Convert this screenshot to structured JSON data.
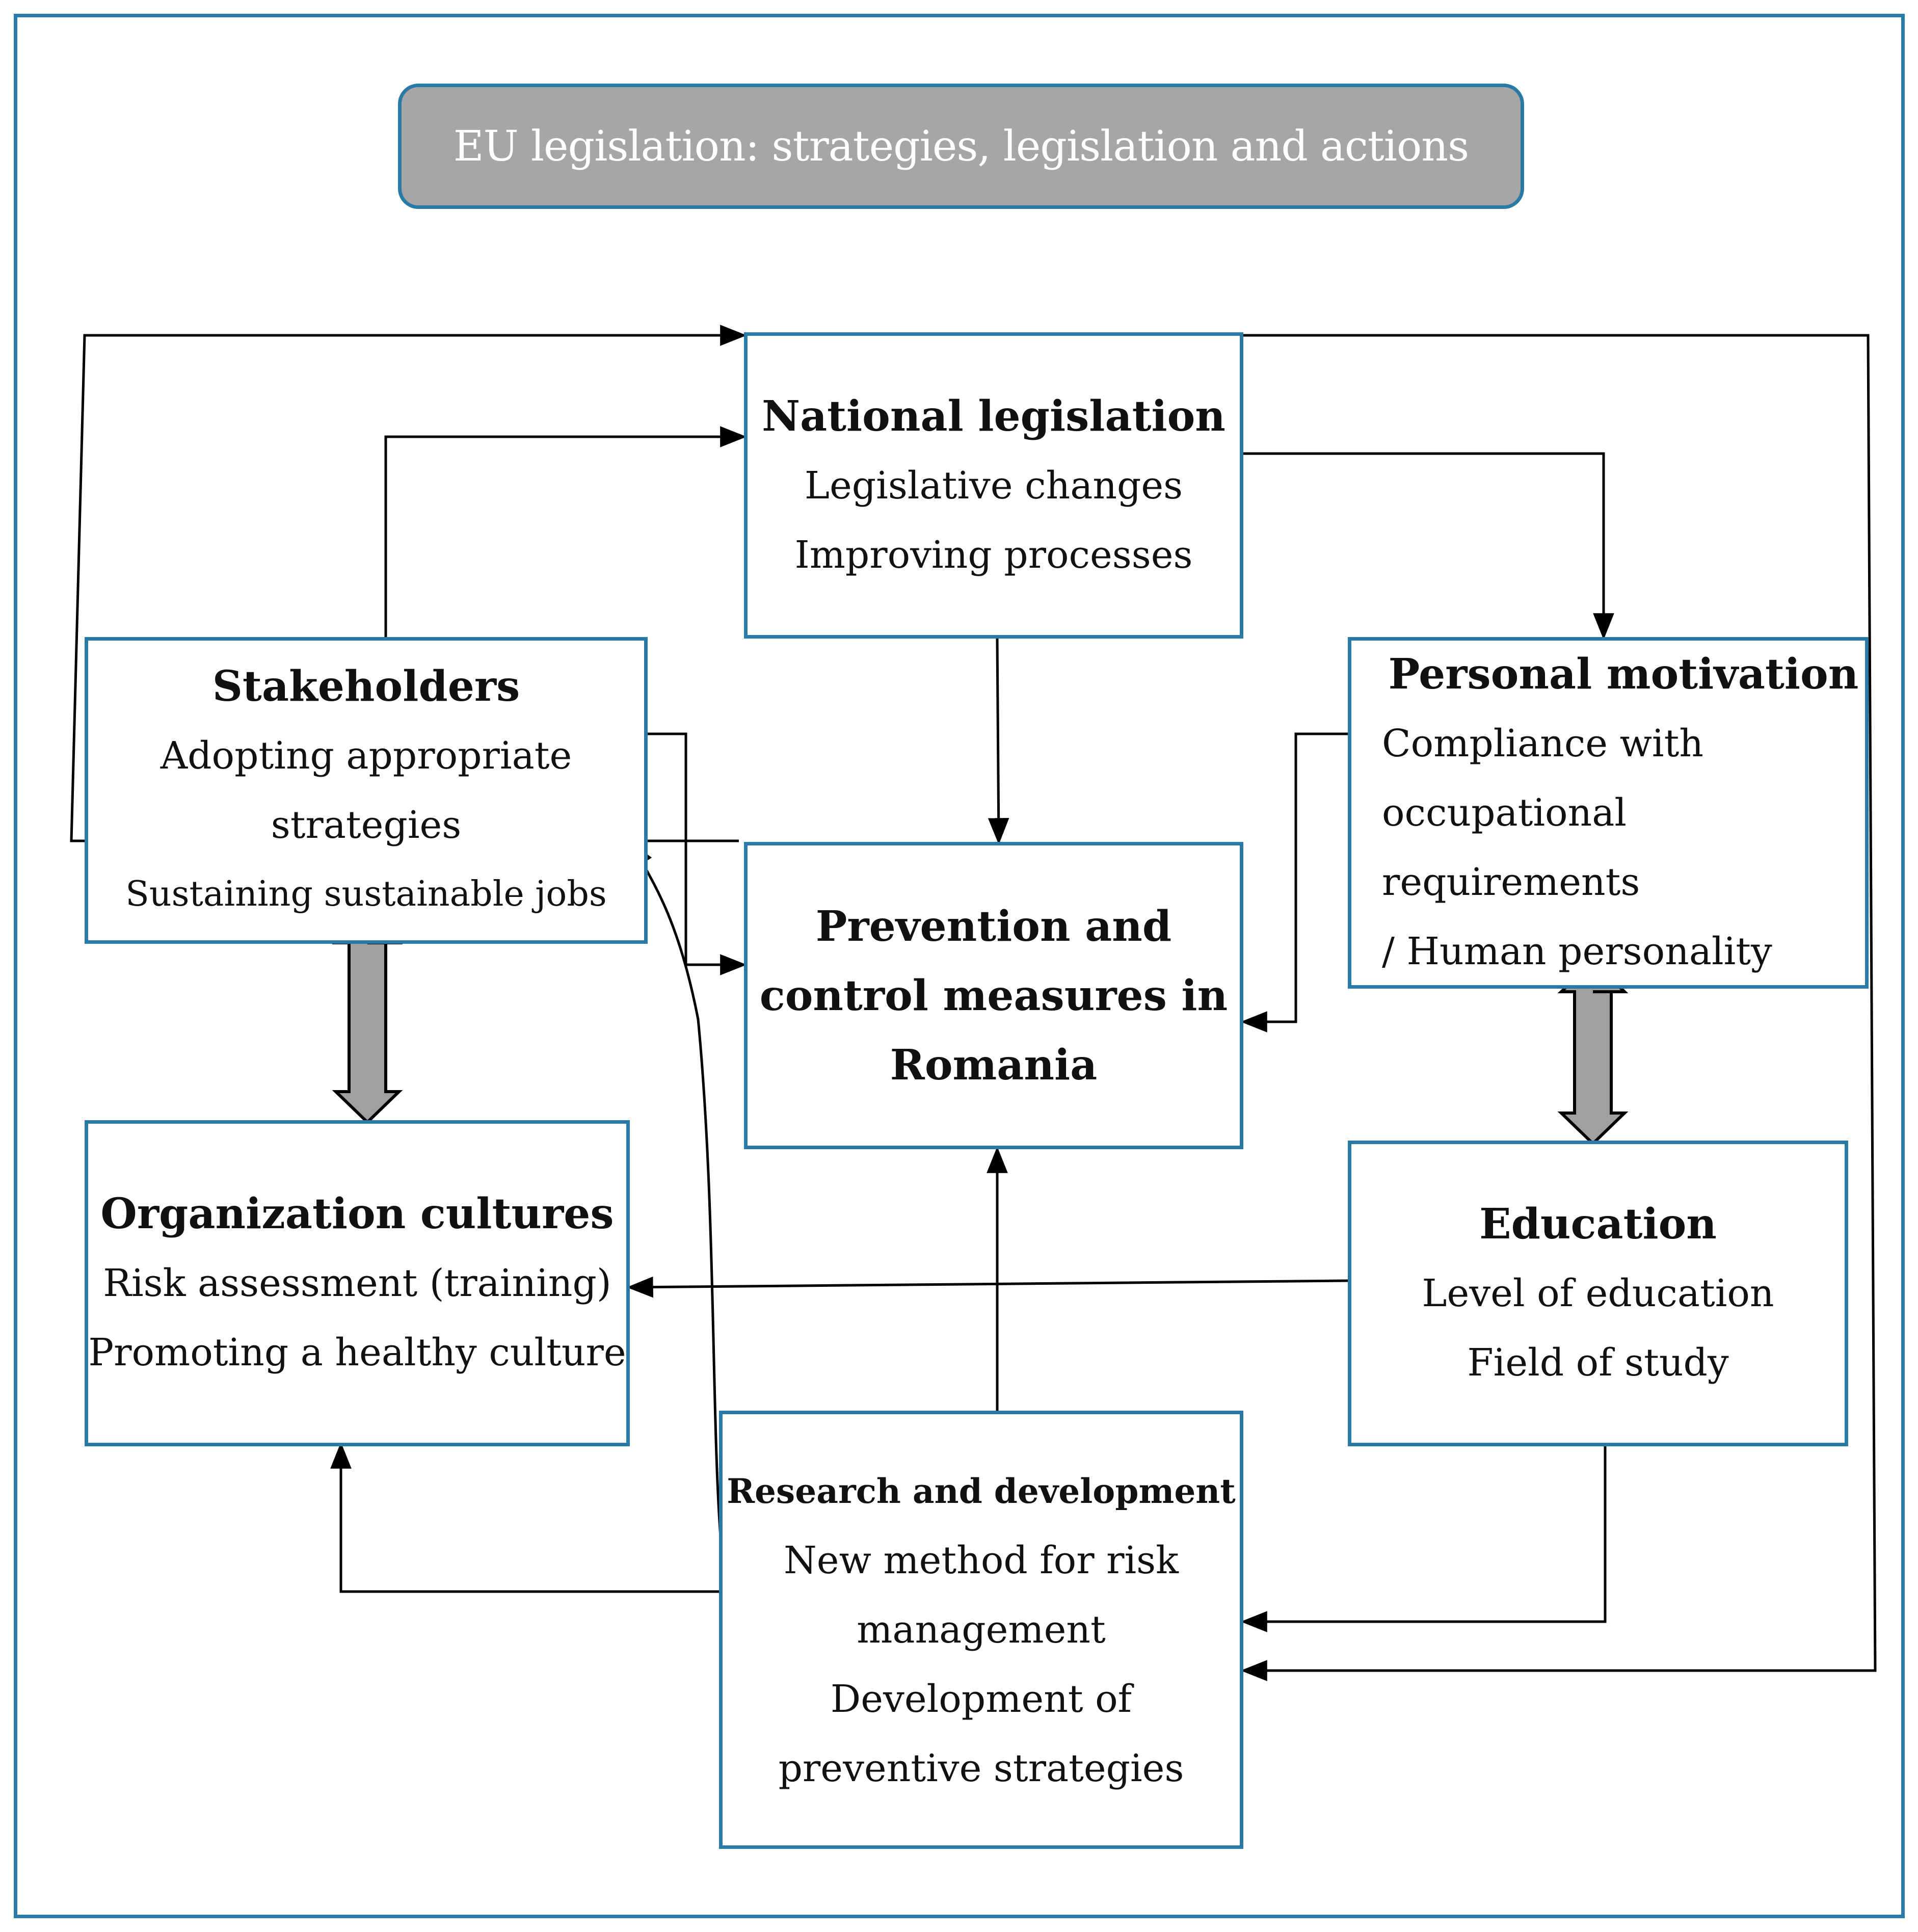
{
  "header": {
    "title": "EU legislation: strategies, legislation and actions"
  },
  "boxes": {
    "national": {
      "title": "National legislation",
      "line1": "Legislative changes",
      "line2": "Improving processes"
    },
    "stakeholders": {
      "title": "Stakeholders",
      "line1": "Adopting appropriate",
      "line2": "strategies",
      "line3": "Sustaining sustainable jobs"
    },
    "motivation": {
      "title": "Personal motivation",
      "line1": "Compliance with",
      "line2": "occupational requirements",
      "line3": "/ Human personality"
    },
    "prevention": {
      "line1": "Prevention and",
      "line2": "control measures in",
      "line3": "Romania"
    },
    "culture": {
      "title": "Organization cultures",
      "line1": "Risk assessment (training)",
      "line2": "Promoting a healthy culture"
    },
    "education": {
      "title": "Education",
      "line1": "Level of education",
      "line2": "Field of study"
    },
    "research": {
      "title": "Research and development",
      "line1": "New method for risk",
      "line2": "management",
      "line3": "Development of",
      "line4": "preventive strategies"
    }
  },
  "colors": {
    "border": "#2a7aa6",
    "banner_fill": "#a6a6a6",
    "double_arrow_fill": "#a0a0a0",
    "line": "#000000"
  }
}
